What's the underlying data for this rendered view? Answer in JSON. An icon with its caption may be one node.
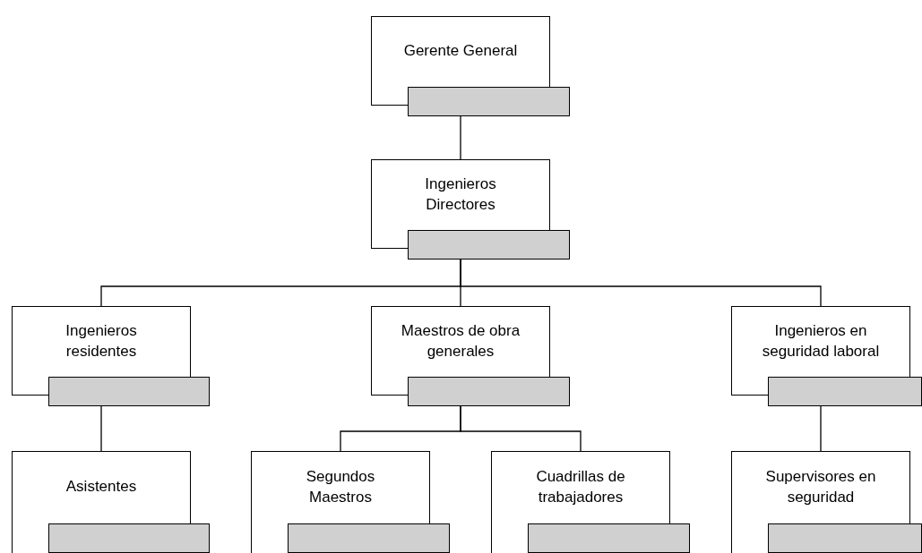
{
  "diagram": {
    "nodes": [
      {
        "text": [
          "Gerente General"
        ]
      },
      {
        "text": [
          "Ingenieros Directores"
        ]
      },
      {
        "text": [
          "Ingenieros residentes"
        ]
      },
      {
        "text": [
          "Maestros de obra generales"
        ]
      },
      {
        "text": [
          "Ingenieros en seguridad laboral"
        ]
      },
      {
        "text": [
          "Asistentes"
        ]
      },
      {
        "text": [
          "Segundos Maestros"
        ]
      },
      {
        "text": [
          "Cuadrillas de trabajadores"
        ]
      },
      {
        "text": [
          "Supervisores en seguridad"
        ]
      }
    ],
    "edges": [
      {
        "from": 0,
        "to": 1,
        "arrow": "none"
      },
      {
        "from": 1,
        "to": 2,
        "arrow": "none"
      },
      {
        "from": 1,
        "to": 3,
        "arrow": "none"
      },
      {
        "from": 1,
        "to": 4,
        "arrow": "none"
      },
      {
        "from": 2,
        "to": 5,
        "arrow": "none"
      },
      {
        "from": 3,
        "to": 6,
        "arrow": "none"
      },
      {
        "from": 3,
        "to": 7,
        "arrow": "none"
      },
      {
        "from": 4,
        "to": 8,
        "arrow": "none"
      }
    ]
  }
}
